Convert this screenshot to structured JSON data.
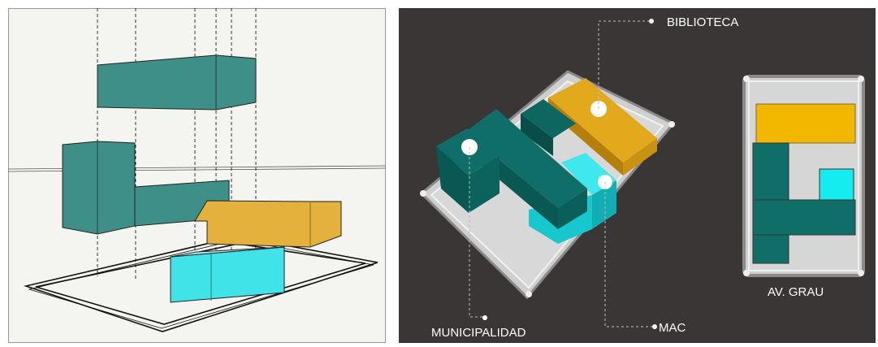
{
  "labels": {
    "biblioteca": "BIBLIOTECA",
    "municipalidad": "MUNICIPALIDAD",
    "mac": "MAC",
    "av_grau": "AV. GRAU"
  },
  "colors": {
    "teal": "#2f8c85",
    "dark_teal": "#0d5f5a",
    "gold": "#e0a81a",
    "cyan": "#35e6ea",
    "panel_dark": "#3a3636",
    "sketch_bg": "#f4f4f1"
  }
}
